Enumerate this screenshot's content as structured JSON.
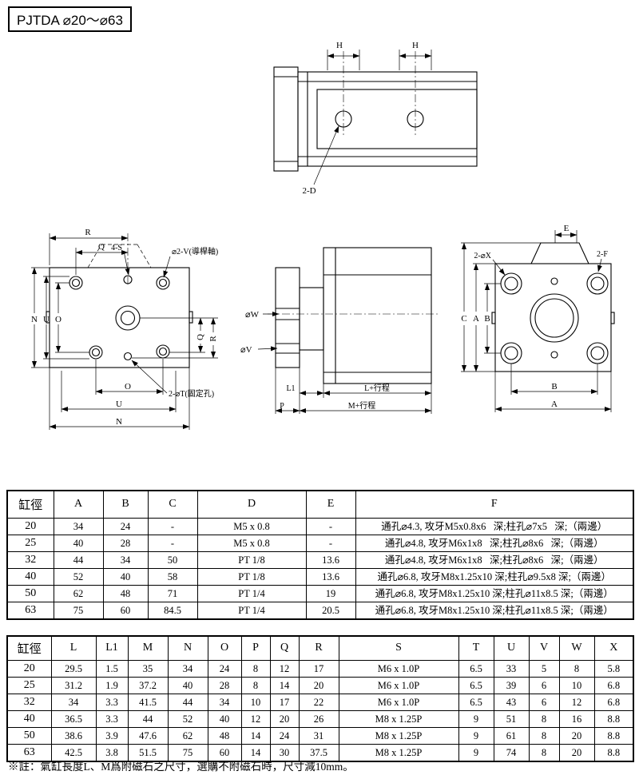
{
  "title": "PJTDA ⌀20～⌀63",
  "drawings": {
    "top": {
      "h1": "H",
      "h2": "H",
      "d": "2-D"
    },
    "front": {
      "r_top": "R",
      "q_top": "Q",
      "s": "4-S",
      "v": "⌀2-V(導桿軸)",
      "n_left": "N",
      "u_left": "U",
      "o_left": "O",
      "q_right": "Q",
      "r_right": "R",
      "t": "2-⌀T(固定孔)",
      "o_bottom": "O",
      "u_bottom": "U",
      "n_bottom": "N"
    },
    "side": {
      "w": "⌀W",
      "v": "⌀V",
      "l1": "L1",
      "l_stroke": "L+行程",
      "p": "P",
      "m_stroke": "M+行程"
    },
    "rear": {
      "e": "E",
      "x": "2-⌀X",
      "f": "2-F",
      "c": "C",
      "a_left": "A",
      "b_left": "B",
      "b_bottom": "B",
      "a_bottom": "A"
    }
  },
  "table1": {
    "headers": [
      "缸徑",
      "A",
      "B",
      "C",
      "D",
      "E",
      "F"
    ],
    "rows": [
      [
        "20",
        "34",
        "24",
        "-",
        "M5 x 0.8",
        "-",
        "通孔⌀4.3, 攻牙M5x0.8x6   深;柱孔⌀7x5   深;（兩邊）"
      ],
      [
        "25",
        "40",
        "28",
        "-",
        "M5 x 0.8",
        "-",
        "通孔⌀4.8, 攻牙M6x1x8   深;柱孔⌀8x6   深;（兩邊）"
      ],
      [
        "32",
        "44",
        "34",
        "50",
        "PT 1/8",
        "13.6",
        "通孔⌀4.8, 攻牙M6x1x8   深;柱孔⌀8x6   深;（兩邊）"
      ],
      [
        "40",
        "52",
        "40",
        "58",
        "PT 1/8",
        "13.6",
        "通孔⌀6.8, 攻牙M8x1.25x10 深;柱孔⌀9.5x8 深;（兩邊）"
      ],
      [
        "50",
        "62",
        "48",
        "71",
        "PT 1/4",
        "19",
        "通孔⌀6.8, 攻牙M8x1.25x10 深;柱孔⌀11x8.5 深;（兩邊）"
      ],
      [
        "63",
        "75",
        "60",
        "84.5",
        "PT 1/4",
        "20.5",
        "通孔⌀6.8, 攻牙M8x1.25x10 深;柱孔⌀11x8.5 深;（兩邊）"
      ]
    ]
  },
  "table2": {
    "headers": [
      "缸徑",
      "L",
      "L1",
      "M",
      "N",
      "O",
      "P",
      "Q",
      "R",
      "S",
      "T",
      "U",
      "V",
      "W",
      "X"
    ],
    "rows": [
      [
        "20",
        "29.5",
        "1.5",
        "35",
        "34",
        "24",
        "8",
        "12",
        "17",
        "M6 x 1.0P",
        "6.5",
        "33",
        "5",
        "8",
        "5.8"
      ],
      [
        "25",
        "31.2",
        "1.9",
        "37.2",
        "40",
        "28",
        "8",
        "14",
        "20",
        "M6 x 1.0P",
        "6.5",
        "39",
        "6",
        "10",
        "6.8"
      ],
      [
        "32",
        "34",
        "3.3",
        "41.5",
        "44",
        "34",
        "10",
        "17",
        "22",
        "M6 x 1.0P",
        "6.5",
        "43",
        "6",
        "12",
        "6.8"
      ],
      [
        "40",
        "36.5",
        "3.3",
        "44",
        "52",
        "40",
        "12",
        "20",
        "26",
        "M8 x 1.25P",
        "9",
        "51",
        "8",
        "16",
        "8.8"
      ],
      [
        "50",
        "38.6",
        "3.9",
        "47.6",
        "62",
        "48",
        "14",
        "24",
        "31",
        "M8 x 1.25P",
        "9",
        "61",
        "8",
        "20",
        "8.8"
      ],
      [
        "63",
        "42.5",
        "3.8",
        "51.5",
        "75",
        "60",
        "14",
        "30",
        "37.5",
        "M8 x 1.25P",
        "9",
        "74",
        "8",
        "20",
        "8.8"
      ]
    ]
  },
  "footnote": "※註：氣缸長度L、M爲附磁石之尺寸，選購不附磁石時，尺寸減10mm。"
}
